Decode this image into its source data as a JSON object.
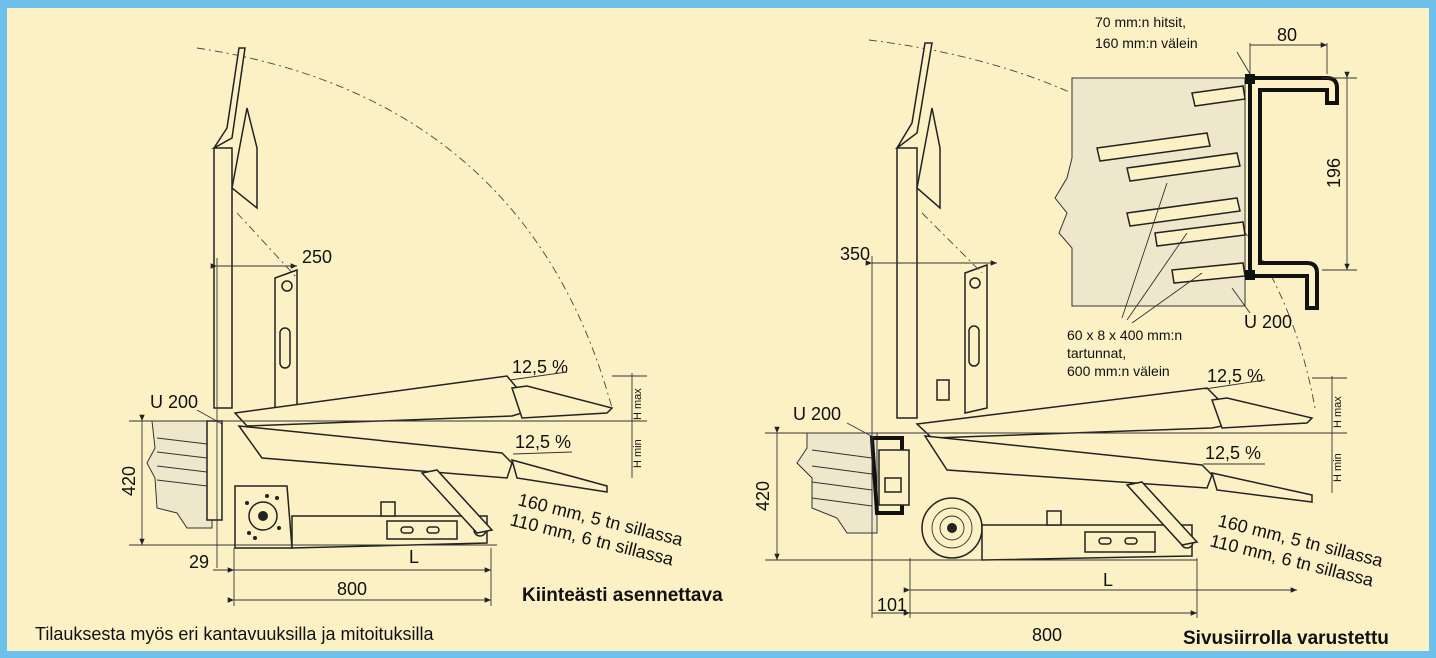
{
  "left_drawing": {
    "dim_top": "250",
    "profile": "U 200",
    "slope_upper": "12,5 %",
    "slope_lower": "12,5 %",
    "hmax": "H max",
    "hmin": "H min",
    "height": "420",
    "offset": "29",
    "length_symbol": "L",
    "lip_length": "800",
    "lip_5tn": "160 mm, 5 tn sillassa",
    "lip_6tn": "110 mm, 6 tn sillassa",
    "caption": "Kiinteästi asennettava"
  },
  "right_drawing": {
    "dim_top": "350",
    "profile": "U 200",
    "slope_upper": "12,5 %",
    "slope_lower": "12,5 %",
    "hmax": "H max",
    "hmin": "H min",
    "height": "420",
    "offset": "101",
    "length_symbol": "L",
    "lip_length": "800",
    "lip_5tn": "160 mm, 5 tn sillassa",
    "lip_6tn": "110 mm, 6 tn sillassa",
    "caption": "Sivusiirrolla varustettu"
  },
  "detail": {
    "weld_line1": "70 mm:n hitsit,",
    "weld_line2": "160 mm:n välein",
    "width": "80",
    "height": "196",
    "profile": "U 200",
    "anchor_line1": "60 x 8 x 400 mm:n",
    "anchor_line2": "tartunnat,",
    "anchor_line3": "600 mm:n välein"
  },
  "footnote": "Tilauksesta myös eri kantavuuksilla ja mitoituksilla"
}
